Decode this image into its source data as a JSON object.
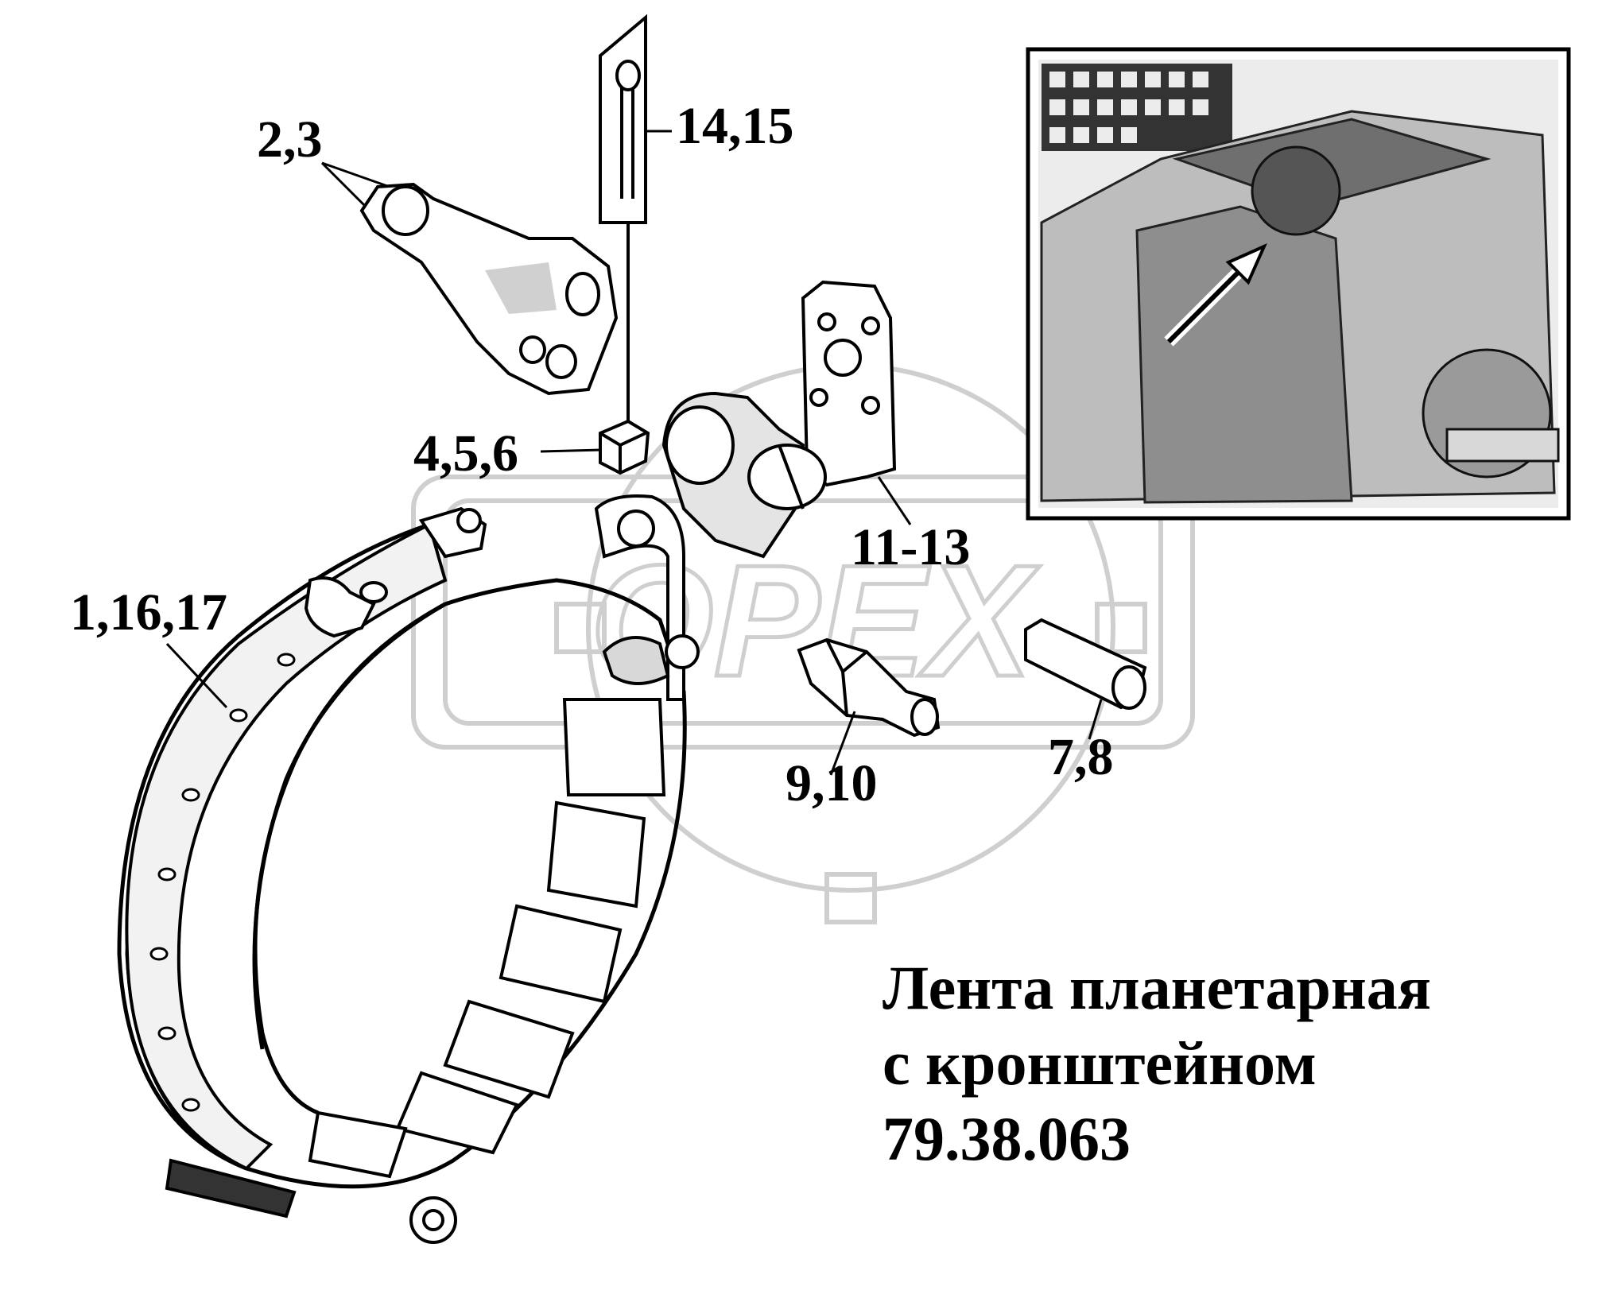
{
  "callouts": {
    "c23": "2,3",
    "c1415": "14,15",
    "c456": "4,5,6",
    "c1113": "11-13",
    "c11617": "1,16,17",
    "c910": "9,10",
    "c78": "7,8"
  },
  "title": {
    "line1": "Лента планетарная",
    "line2": "с кронштейном",
    "line3": "79.38.063"
  },
  "watermark": {
    "text": "OPEX"
  },
  "colors": {
    "ink": "#000000",
    "watermark": "#cfcfcf"
  }
}
